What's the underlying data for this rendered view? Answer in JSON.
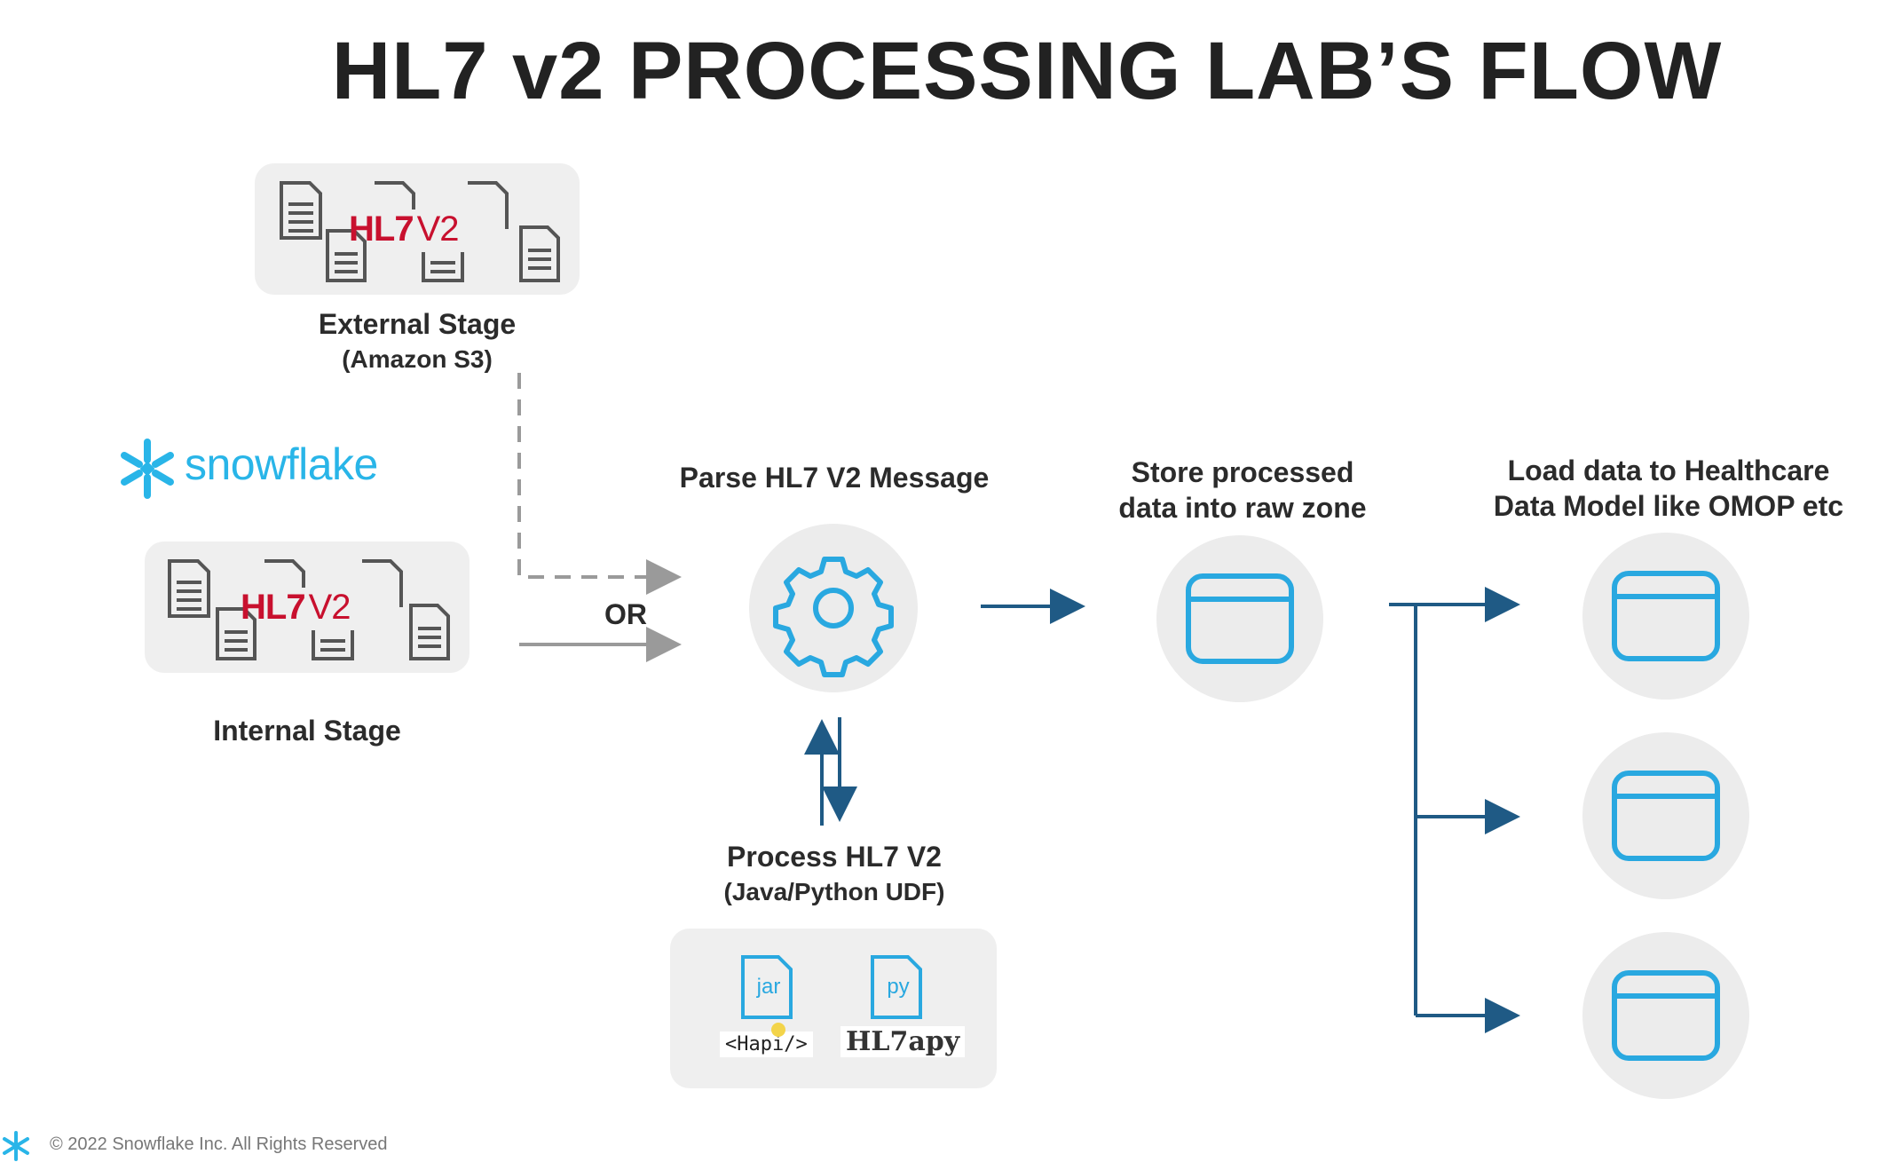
{
  "title": "HL7 v2 PROCESSING LAB’S FLOW",
  "external_stage": {
    "label": "External Stage",
    "sublabel": "(Amazon S3)",
    "logo_text": "HL7",
    "logo_version": "V2"
  },
  "snowflake_logo": {
    "text": "snowflake"
  },
  "internal_stage": {
    "label": "Internal Stage",
    "logo_text": "HL7",
    "logo_version": "V2"
  },
  "or_label": "OR",
  "parse_step": {
    "label": "Parse HL7 V2 Message"
  },
  "process_step": {
    "label": "Process HL7 V2",
    "sublabel": "(Java/Python UDF)",
    "jar_label": "jar",
    "py_label": "py",
    "hapi_label": "<Hapi/>",
    "hl7apy_label": "HL7apy"
  },
  "store_step": {
    "label_line1": "Store processed",
    "label_line2": "data into raw zone"
  },
  "load_step": {
    "label_line1": "Load data to Healthcare",
    "label_line2": "Data Model like OMOP etc"
  },
  "footer": {
    "copyright": "© 2022 Snowflake Inc. All Rights Reserved"
  },
  "colors": {
    "arrow_dark": "#1f5a85",
    "arrow_gray": "#9a9a9a",
    "icon_blue": "#29a8e0",
    "hl7_red": "#c8102e",
    "card_bg": "#efefef"
  }
}
